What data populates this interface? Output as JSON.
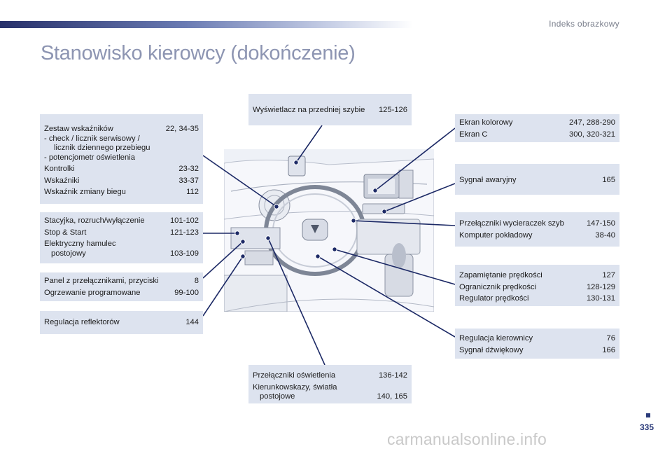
{
  "header": {
    "section": "Indeks obrazkowy"
  },
  "title": "Stanowisko kierowcy (dokończenie)",
  "boxes": {
    "instruments": {
      "r1": {
        "label": "Zestaw wskaźników",
        "pages": "22, 34-35"
      },
      "r2": "-    check / licznik serwisowy /",
      "r3": "licznik dziennego przebiegu",
      "r4": "-    potencjometr oświetlenia",
      "r5": {
        "label": "Kontrolki",
        "pages": "23-32"
      },
      "r6": {
        "label": "Wskaźniki",
        "pages": "33-37"
      },
      "r7": {
        "label": "Wskaźnik zmiany biegu",
        "pages": "112"
      }
    },
    "ignition": {
      "r1": {
        "label": "Stacyjka, rozruch/wyłączenie",
        "pages": "101-102"
      },
      "r2": {
        "label": "Stop & Start",
        "pages": "121-123"
      },
      "r3": "Elektryczny hamulec",
      "r4": {
        "label": "postojowy",
        "pages": "103-109"
      }
    },
    "panel": {
      "r1": {
        "label": "Panel z przełącznikami, przyciski",
        "pages": "8"
      },
      "r2": {
        "label": "Ogrzewanie programowane",
        "pages": "99-100"
      }
    },
    "headlamp": {
      "r1": {
        "label": "Regulacja reflektorów",
        "pages": "144"
      }
    },
    "hud": {
      "r1": {
        "label": "Wyświetlacz na przedniej szybie",
        "pages": "125-126"
      }
    },
    "screen": {
      "r1": {
        "label": "Ekran kolorowy",
        "pages": "247, 288-290"
      },
      "r2": {
        "label": "Ekran C",
        "pages": "300, 320-321"
      }
    },
    "hazard": {
      "r1": {
        "label": "Sygnał awaryjny",
        "pages": "165"
      }
    },
    "wipers": {
      "r1": {
        "label": "Przełączniki wycieraczek szyb",
        "pages": "147-150"
      },
      "r2": {
        "label": "Komputer pokładowy",
        "pages": "38-40"
      }
    },
    "speed": {
      "r1": {
        "label": "Zapamiętanie prędkości",
        "pages": "127"
      },
      "r2": {
        "label": "Ogranicznik prędkości",
        "pages": "128-129"
      },
      "r3": {
        "label": "Regulator prędkości",
        "pages": "130-131"
      }
    },
    "steering": {
      "r1": {
        "label": "Regulacja kierownicy",
        "pages": "76"
      },
      "r2": {
        "label": "Sygnał dźwiękowy",
        "pages": "166"
      }
    },
    "lighting": {
      "r1": {
        "label": "Przełączniki oświetlenia",
        "pages": "136-142"
      },
      "r2": "Kierunkowskazy, światła",
      "r3": {
        "label": "postojowe",
        "pages": "140, 165"
      }
    }
  },
  "page_number": "335",
  "watermark": "carmanualsonline.info",
  "colors": {
    "box_bg": "#dde3ef",
    "line": "#1d2a66",
    "title": "#8d95b2"
  }
}
